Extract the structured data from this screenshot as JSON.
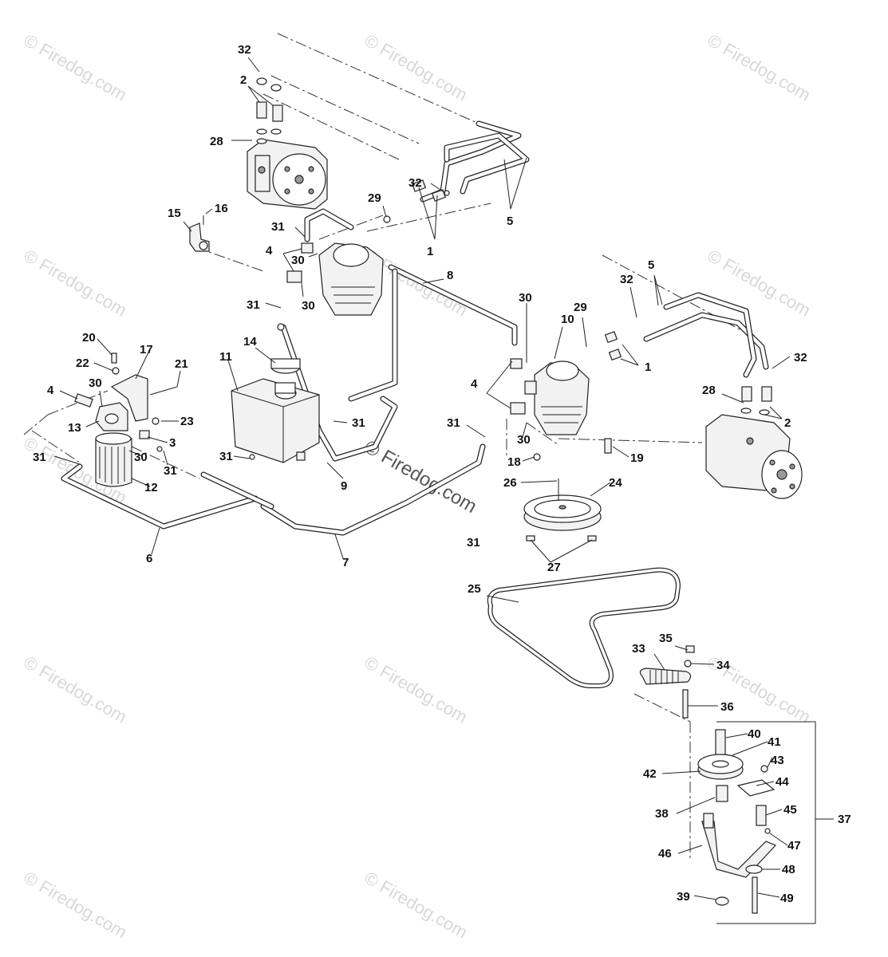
{
  "watermarks": [
    "© Firedog.com",
    "© Firedog.com",
    "© Firedog.com",
    "© Firedog.com",
    "© Firedog.com",
    "© Firedog.com",
    "© Firedog.com",
    "© Firedog.com",
    "© Firedog.com",
    "© Firedog.com",
    "© Firedog.com",
    "© Firedog.com"
  ],
  "center_watermark": "© Firedog.com",
  "callouts": [
    "32",
    "2",
    "28",
    "15",
    "16",
    "29",
    "32",
    "5",
    "31",
    "4",
    "30",
    "1",
    "8",
    "30",
    "31",
    "30",
    "32",
    "5",
    "29",
    "10",
    "1",
    "20",
    "17",
    "22",
    "21",
    "4",
    "30",
    "13",
    "23",
    "3",
    "11",
    "14",
    "31",
    "31",
    "30",
    "31",
    "12",
    "31",
    "4",
    "32",
    "28",
    "2",
    "30",
    "31",
    "18",
    "19",
    "26",
    "24",
    "6",
    "7",
    "31",
    "27",
    "25",
    "35",
    "33",
    "34",
    "36",
    "40",
    "41",
    "43",
    "42",
    "44",
    "38",
    "45",
    "37",
    "46",
    "47",
    "48",
    "39",
    "49",
    "9"
  ]
}
